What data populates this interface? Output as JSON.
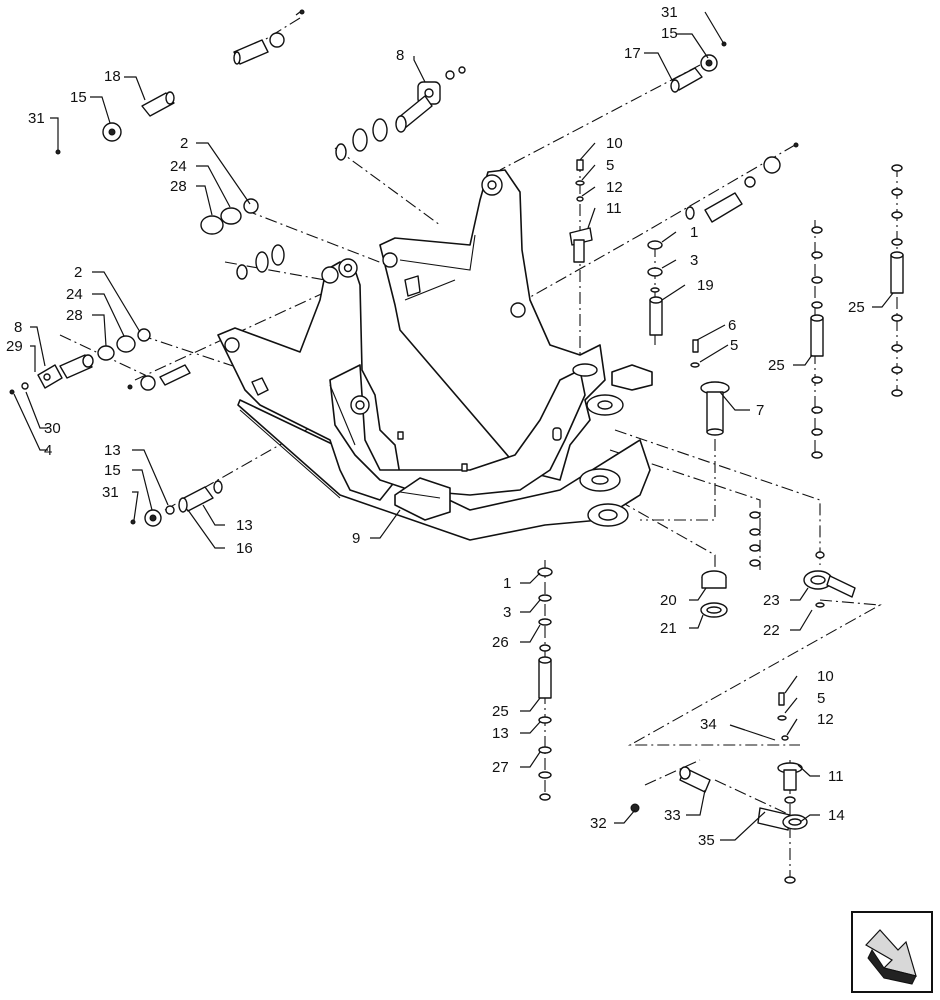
{
  "diagram": {
    "callouts": [
      "1",
      "2",
      "3",
      "4",
      "5",
      "6",
      "7",
      "8",
      "9",
      "10",
      "11",
      "12",
      "13",
      "14",
      "15",
      "16",
      "17",
      "18",
      "19",
      "20",
      "21",
      "22",
      "23",
      "24",
      "25",
      "26",
      "27",
      "28",
      "29",
      "30",
      "31",
      "32",
      "33",
      "34",
      "35"
    ]
  },
  "nav_icon": "next-page-arrow-icon"
}
